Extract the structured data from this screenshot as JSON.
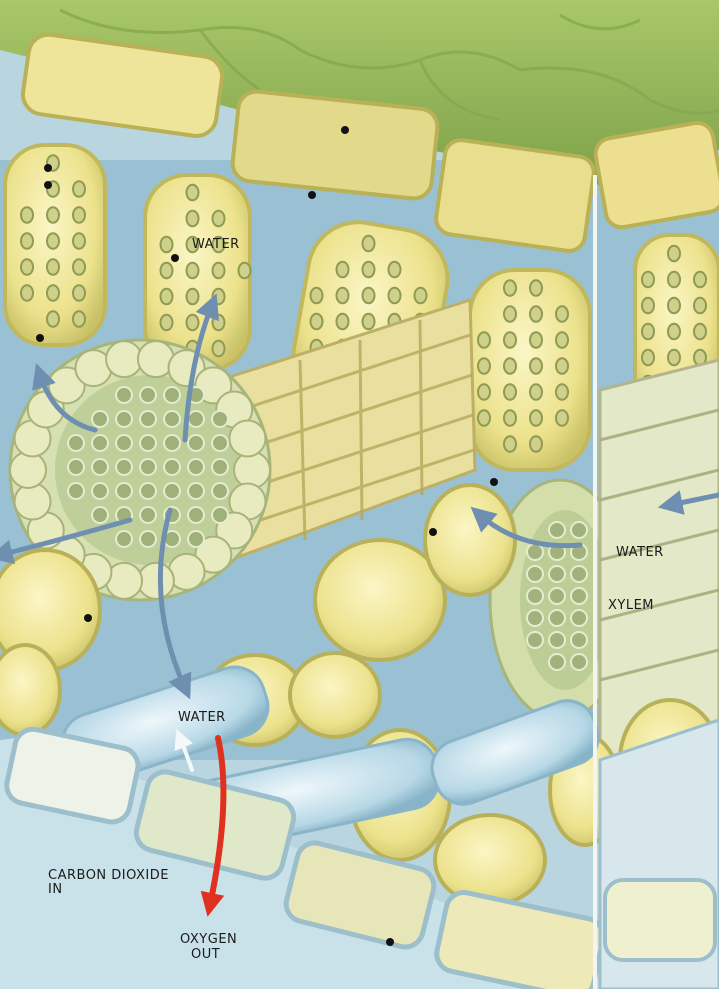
{
  "labels": {
    "water_top": "WATER",
    "water_right": "WATER",
    "xylem": "XYLEM",
    "water_bottom": "WATER",
    "carbon_dioxide_in_1": "CARBON DIOXIDE",
    "carbon_dioxide_in_2": "IN",
    "oxygen_out_1": "OXYGEN",
    "oxygen_out_2": "OUT"
  },
  "colors": {
    "epidermis_green": "#a8c468",
    "palisade_yellow": "#e9e08a",
    "chloroplast": "#8f9a52",
    "air_space_blue": "#8cc0da",
    "vein_green": "#c8d6a0",
    "water_arrow": "#6f8fb0",
    "oxygen_arrow": "#e03020"
  }
}
